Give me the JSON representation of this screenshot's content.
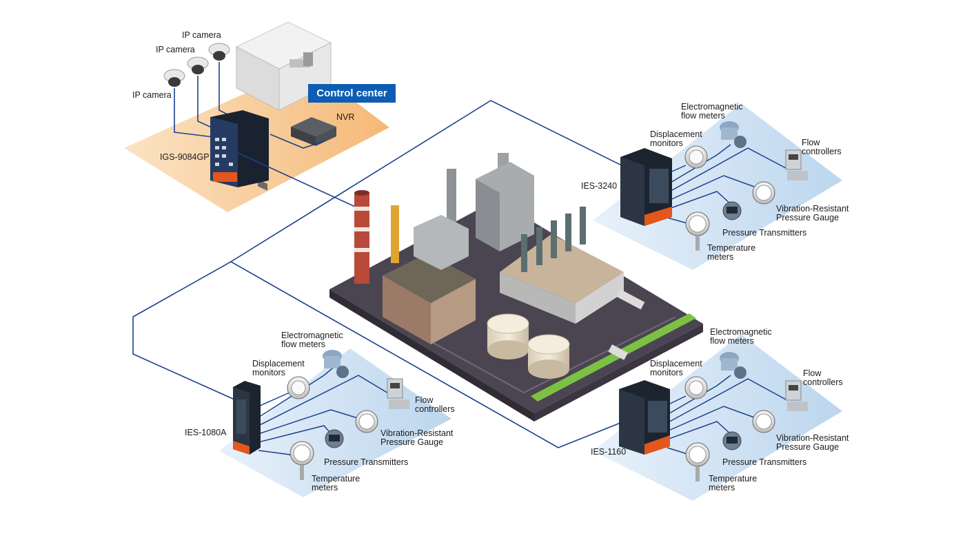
{
  "control_zone": {
    "cameras": [
      {
        "label": "IP camera"
      },
      {
        "label": "IP camera"
      },
      {
        "label": "IP camera"
      }
    ],
    "control_center": "Control center",
    "nvr": "NVR",
    "switch": "IGS-9084GP"
  },
  "clusters": [
    {
      "id": "ies-3240",
      "switch": "IES-3240",
      "labels": {
        "em_flow": "Electromagnetic\nflow meters",
        "displacement": "Displacement\nmonitors",
        "flow_ctrl": "Flow\ncontrollers",
        "vib_gauge": "Vibration-Resistant\nPressure Gauge",
        "pressure_tx": "Pressure Transmitters",
        "temp": "Temperature\nmeters"
      }
    },
    {
      "id": "ies-1080a",
      "switch": "IES-1080A",
      "labels": {
        "em_flow": "Electromagnetic\nflow meters",
        "displacement": "Displacement\nmonitors",
        "flow_ctrl": "Flow\ncontrollers",
        "vib_gauge": "Vibration-Resistant\nPressure Gauge",
        "pressure_tx": "Pressure Transmitters",
        "temp": "Temperature\nmeters"
      }
    },
    {
      "id": "ies-1160",
      "switch": "IES-1160",
      "labels": {
        "em_flow": "Electromagnetic\nflow meters",
        "displacement": "Displacement\nmonitors",
        "flow_ctrl": "Flow\ncontrollers",
        "vib_gauge": "Vibration-Resistant\nPressure Gauge",
        "pressure_tx": "Pressure Transmitters",
        "temp": "Temperature\nmeters"
      }
    }
  ],
  "colors": {
    "network_line": "#1b3f8f",
    "control_zone_fill": "#f9d3a4",
    "sensor_zone_fill": "#cfe2f3",
    "control_center_badge": "#0d5db4",
    "switch_body": "#1c2430",
    "switch_accent": "#e3561c"
  }
}
